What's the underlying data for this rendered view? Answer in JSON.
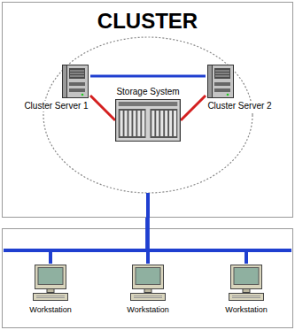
{
  "diagram": {
    "nodes": [
      {
        "text": [
          "CLUSTER"
        ]
      },
      {
        "text": [
          "Cluster Server 1"
        ],
        "in": 0
      },
      {
        "text": [
          "Storage System"
        ],
        "in": 0
      },
      {
        "text": [
          "Cluster Server 2"
        ],
        "in": 0
      },
      {
        "text": [
          "Workstation"
        ]
      },
      {
        "text": [
          "Workstation"
        ]
      },
      {
        "text": [
          "Workstation"
        ]
      }
    ],
    "edges": [
      {
        "from": 1,
        "to": 3,
        "arrow": "none"
      },
      {
        "from": 2,
        "to": 1,
        "arrow": "none"
      },
      {
        "from": 2,
        "to": 3,
        "arrow": "none"
      },
      {
        "from": 0,
        "to": 4,
        "arrow": "none"
      },
      {
        "from": 0,
        "to": 5,
        "arrow": "none"
      },
      {
        "from": 0,
        "to": 6,
        "arrow": "none"
      }
    ]
  }
}
